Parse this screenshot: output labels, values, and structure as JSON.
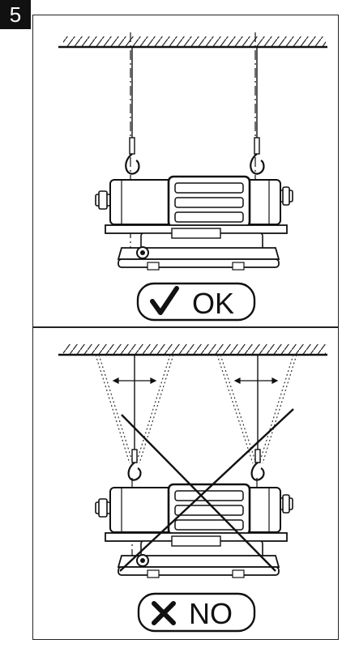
{
  "step": {
    "number": "5"
  },
  "panels": [
    {
      "id": "correct",
      "verdict_label": "OK",
      "verdict_icon": "checkmark-icon"
    },
    {
      "id": "incorrect",
      "verdict_label": "NO",
      "verdict_icon": "cross-icon"
    }
  ]
}
